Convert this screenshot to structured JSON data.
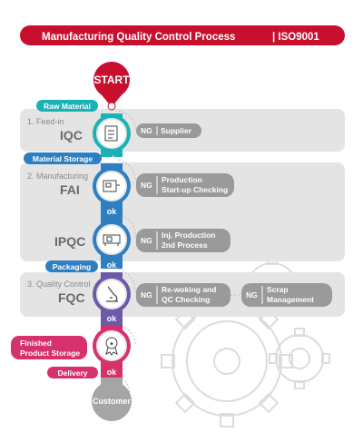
{
  "header": {
    "title": "Manufacturing Quality Control Process",
    "standard": "| ISO9001"
  },
  "flow": {
    "start": "START",
    "end": "Customer",
    "ok": "ok"
  },
  "pills": {
    "raw_material": "Raw Material",
    "material_storage": "Material Storage",
    "packaging": "Packaging",
    "finished_line1": "Finished",
    "finished_line2": "Product Storage",
    "delivery": "Delivery"
  },
  "sections": {
    "feedin_label": "1. Feed-in",
    "feedin_code": "IQC",
    "manufacturing_label": "2. Manufacturing",
    "manufacturing_code": "FAI",
    "ipqc_code": "IPQC",
    "qc_label": "3. Quality Control",
    "qc_code": "FQC"
  },
  "ng": {
    "tag": "NG",
    "supplier": "Supplier",
    "production_line1": "Production",
    "production_line2": "Start-up Checking",
    "inj_line1": "Inj. Production",
    "inj_line2": "2nd Process",
    "rework_line1": "Re-woking and",
    "rework_line2": "QC Checking",
    "scrap_line1": "Scrap",
    "scrap_line2": "Management"
  },
  "colors": {
    "red": "#c8102e",
    "teal": "#1ab2b5",
    "blue": "#2e7fc2",
    "purple": "#6c5aa8",
    "pink": "#d6306d",
    "grey_box": "#e4e4e4",
    "pill_grey": "#9a9a9a"
  }
}
